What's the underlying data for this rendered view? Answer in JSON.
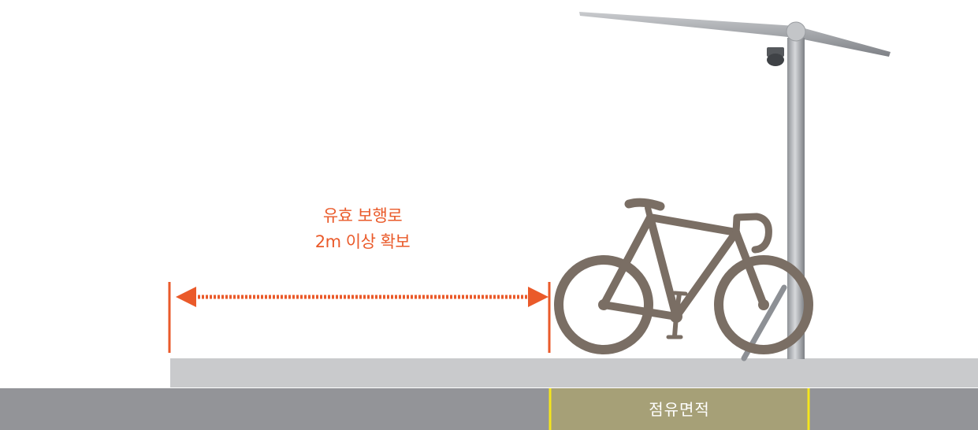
{
  "walkway_label": {
    "line1": "유효 보행로",
    "line2": "2m 이상 확보"
  },
  "occupied_area_label": "점유면적",
  "colors": {
    "accent_orange": "#ea5a2a",
    "road_gray": "#939498",
    "sidewalk_gray": "#c9cacc",
    "occupied_fill": "#a6a077",
    "occupied_border": "#f4e51c",
    "bicycle": "#7a6e64",
    "pole": "#a9acb0"
  }
}
